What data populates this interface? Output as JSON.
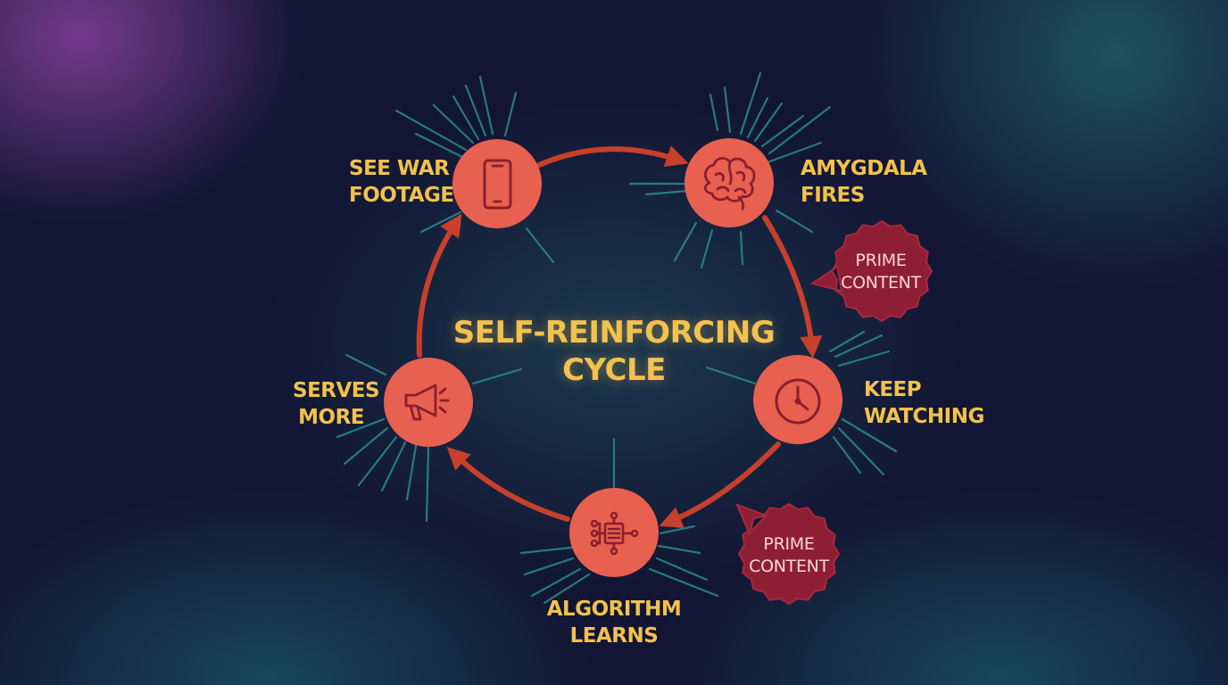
{
  "diagram": {
    "title_line1": "SELF-REINFORCING",
    "title_line2": "CYCLE",
    "colors": {
      "node_fill": "#e8604f",
      "icon_stroke": "#8a1f2c",
      "arrow": "#c7402c",
      "label": "#f2c14e",
      "ray": "#2a8c8a",
      "badge_fill": "#8e1e33",
      "badge_text": "#f6d7d5"
    },
    "nodes": [
      {
        "id": "see-war-footage",
        "icon": "smartphone-icon",
        "line1": "SEE WAR",
        "line2": "FOOTAGE"
      },
      {
        "id": "amygdala-fires",
        "icon": "brain-icon",
        "line1": "AMYGDALA",
        "line2": "FIRES"
      },
      {
        "id": "keep-watching",
        "icon": "clock-icon",
        "line1": "KEEP",
        "line2": "WATCHING"
      },
      {
        "id": "algorithm-learns",
        "icon": "flowchart-icon",
        "line1": "ALGORITHM",
        "line2": "LEARNS"
      },
      {
        "id": "serves-more",
        "icon": "megaphone-icon",
        "line1": "SERVES",
        "line2": "MORE"
      }
    ],
    "badges": [
      {
        "line1": "PRIME",
        "line2": "CONTENT"
      },
      {
        "line1": "PRIME",
        "line2": "CONTENT"
      }
    ]
  }
}
